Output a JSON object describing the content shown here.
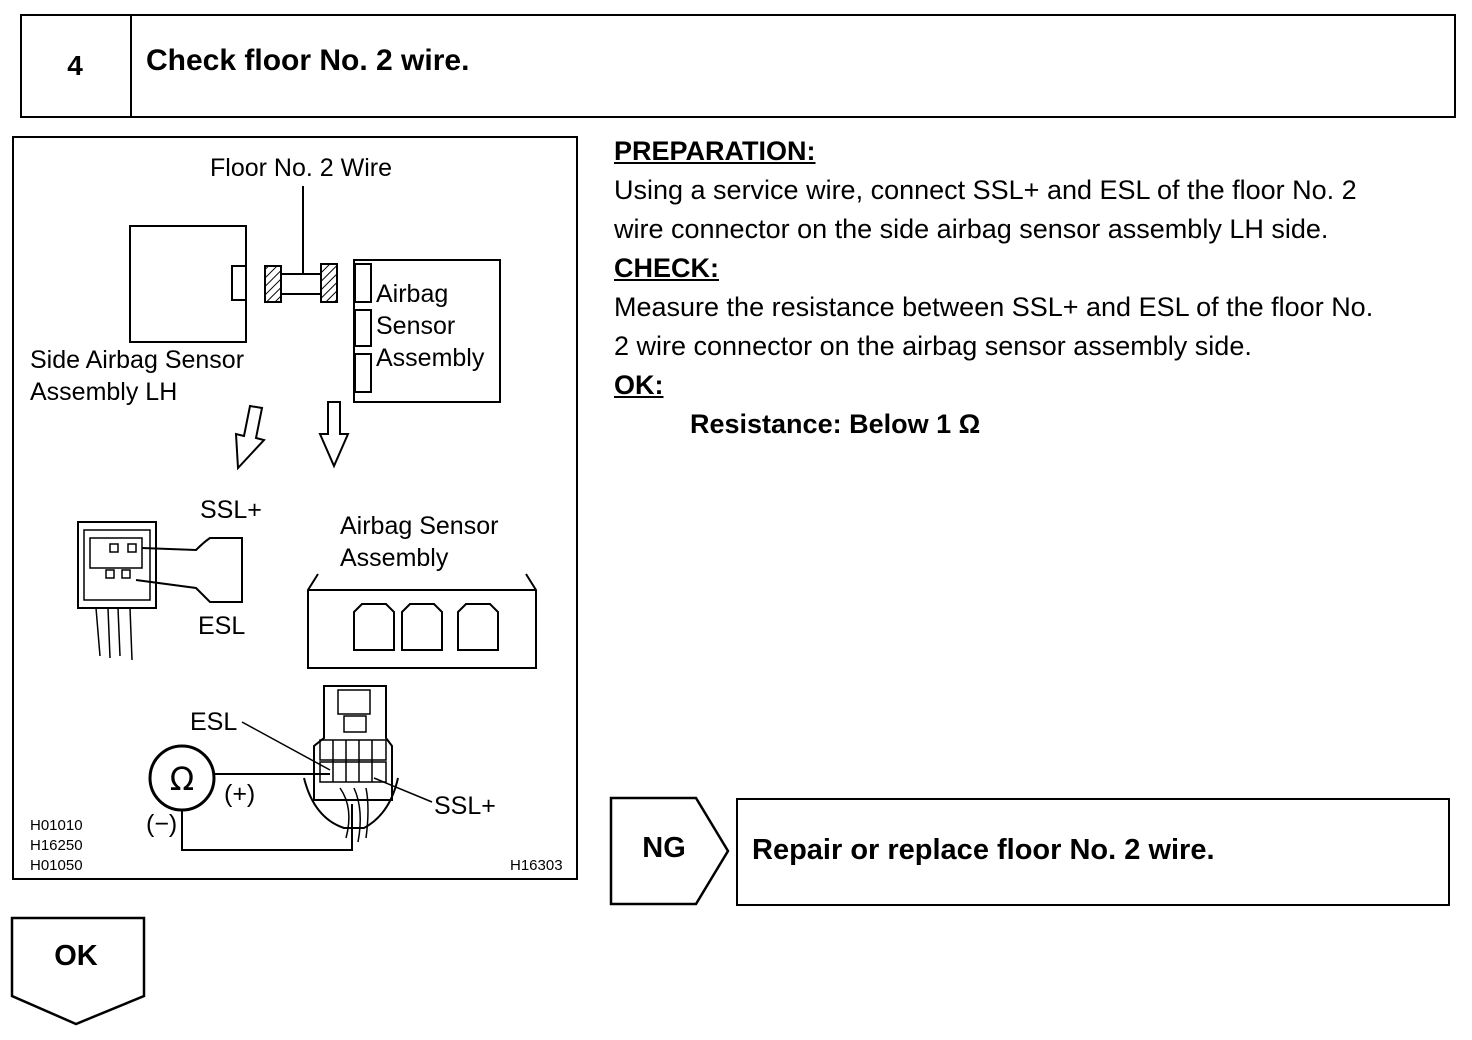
{
  "step": {
    "number": "4",
    "title": "Check floor No. 2 wire."
  },
  "figure": {
    "label_floor_wire": "Floor No. 2 Wire",
    "label_airbag_line1": "Airbag",
    "label_airbag_line2": "Sensor",
    "label_airbag_line3": "Assembly",
    "label_side_line1": "Side Airbag Sensor",
    "label_side_line2": "Assembly LH",
    "label_ssl_plus": "SSL+",
    "label_esl": "ESL",
    "label_asa_line1": "Airbag Sensor",
    "label_asa_line2": "Assembly",
    "label_esl_meter": "ESL",
    "label_ssl_meter": "SSL+",
    "label_plus": "(+)",
    "label_minus": "(−)",
    "ohm_symbol": "Ω",
    "codes": [
      "H01010",
      "H16250",
      "H01050"
    ],
    "figure_id": "H16303"
  },
  "instructions": {
    "preparation_heading": "PREPARATION:",
    "preparation_line1": "Using a service wire, connect SSL+ and ESL of the floor No. 2",
    "preparation_line2": "wire connector on the side airbag sensor assembly LH side.",
    "check_heading": "CHECK:",
    "check_line1": "Measure the resistance between SSL+ and ESL of the floor No.",
    "check_line2": "2 wire connector on the airbag sensor assembly side.",
    "ok_heading": "OK:",
    "spec": "Resistance: Below 1 Ω"
  },
  "ng_branch": {
    "label": "NG",
    "action": "Repair or replace floor No. 2 wire."
  },
  "ok_branch": {
    "label": "OK"
  }
}
